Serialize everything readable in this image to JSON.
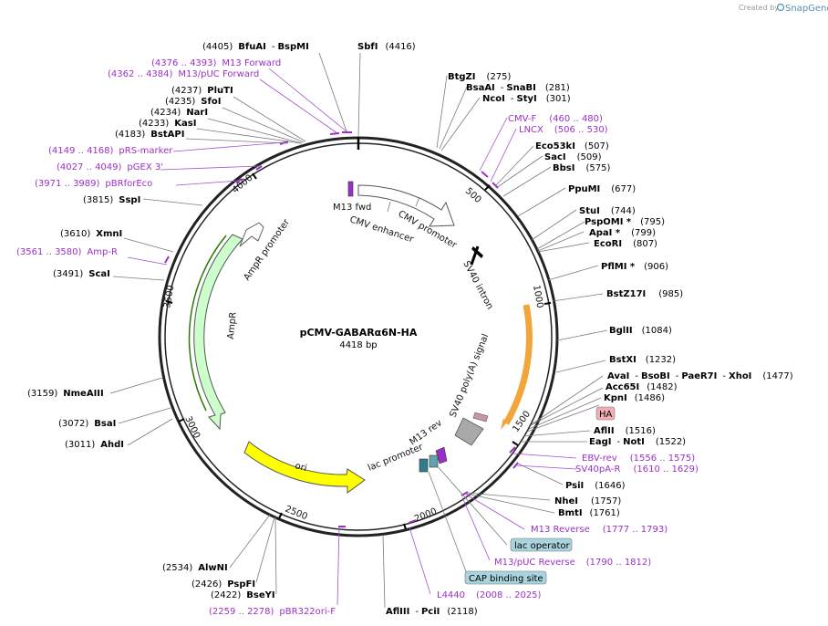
{
  "credit": {
    "prefix": "Created by",
    "brand": "SnapGene"
  },
  "plasmid": {
    "name": "pCMV-GABARα6N-HA",
    "size": "4418 bp"
  },
  "ticks": [
    "500",
    "1000",
    "1500",
    "2000",
    "2500",
    "3000",
    "3500",
    "4000"
  ],
  "features": [
    {
      "label": "M13 fwd",
      "color": "#9b30c8"
    },
    {
      "label": "CMV enhancer",
      "color": "#ffffff"
    },
    {
      "label": "CMV promoter",
      "color": "#ffffff"
    },
    {
      "label": "SV40 intron",
      "color": "#000000"
    },
    {
      "label": "HA",
      "color": "#f3aeb5"
    },
    {
      "label": "SV40 poly(A) signal",
      "color": "#a9a9a9"
    },
    {
      "label": "M13 rev",
      "color": "#9b30c8"
    },
    {
      "label": "lac promoter",
      "color": "#2e7d8c"
    },
    {
      "label": "ori",
      "color": "#ffff00"
    },
    {
      "label": "AmpR",
      "color": "#ccffcc"
    },
    {
      "label": "AmpR promoter",
      "color": "#ffffff"
    },
    {
      "label": "",
      "color": "#f2a53a"
    }
  ],
  "labels": [
    {
      "name": "BfuAI",
      "pos": "(4405)",
      "sep": "-",
      "name2": "BspMI",
      "kind": "enzyme"
    },
    {
      "name": "SbfI",
      "pos": "(4416)",
      "kind": "enzyme"
    },
    {
      "name": "M13 Forward",
      "pos": "(4376 .. 4393)",
      "kind": "primer"
    },
    {
      "name": "M13/pUC Forward",
      "pos": "(4362 .. 4384)",
      "kind": "primer"
    },
    {
      "name": "PluTI",
      "pos": "(4237)",
      "kind": "enzyme"
    },
    {
      "name": "SfoI",
      "pos": "(4235)",
      "kind": "enzyme"
    },
    {
      "name": "NarI",
      "pos": "(4234)",
      "kind": "enzyme"
    },
    {
      "name": "KasI",
      "pos": "(4233)",
      "kind": "enzyme"
    },
    {
      "name": "BstAPI",
      "pos": "(4183)",
      "kind": "enzyme"
    },
    {
      "name": "pRS-marker",
      "pos": "(4149 .. 4168)",
      "kind": "primer"
    },
    {
      "name": "pGEX 3'",
      "pos": "(4027 .. 4049)",
      "kind": "primer"
    },
    {
      "name": "pBRforEco",
      "pos": "(3971 .. 3989)",
      "kind": "primer"
    },
    {
      "name": "SspI",
      "pos": "(3815)",
      "kind": "enzyme"
    },
    {
      "name": "XmnI",
      "pos": "(3610)",
      "kind": "enzyme"
    },
    {
      "name": "Amp-R",
      "pos": "(3561 .. 3580)",
      "kind": "primer"
    },
    {
      "name": "ScaI",
      "pos": "(3491)",
      "kind": "enzyme"
    },
    {
      "name": "NmeAIII",
      "pos": "(3159)",
      "kind": "enzyme"
    },
    {
      "name": "BsaI",
      "pos": "(3072)",
      "kind": "enzyme"
    },
    {
      "name": "AhdI",
      "pos": "(3011)",
      "kind": "enzyme"
    },
    {
      "name": "AlwNI",
      "pos": "(2534)",
      "kind": "enzyme"
    },
    {
      "name": "PspFI",
      "pos": "(2426)",
      "kind": "enzyme"
    },
    {
      "name": "BseYI",
      "pos": "(2422)",
      "kind": "enzyme"
    },
    {
      "name": "pBR322ori-F",
      "pos": "(2259 .. 2278)",
      "kind": "primer"
    },
    {
      "name": "AflIII",
      "sep": "-",
      "name2": "PciI",
      "pos": "(2118)",
      "kind": "enzyme"
    },
    {
      "name": "L4440",
      "pos": "(2008 .. 2025)",
      "kind": "primer"
    },
    {
      "name": "CAP binding site",
      "kind": "badge"
    },
    {
      "name": "M13/pUC Reverse",
      "pos": "(1790 .. 1812)",
      "kind": "primer"
    },
    {
      "name": "lac operator",
      "kind": "badge"
    },
    {
      "name": "M13 Reverse",
      "pos": "(1777 .. 1793)",
      "kind": "primer"
    },
    {
      "name": "BmtI",
      "pos": "(1761)",
      "kind": "enzyme"
    },
    {
      "name": "NheI",
      "pos": "(1757)",
      "kind": "enzyme"
    },
    {
      "name": "PsiI",
      "pos": "(1646)",
      "kind": "enzyme"
    },
    {
      "name": "SV40pA-R",
      "pos": "(1610 .. 1629)",
      "kind": "primer"
    },
    {
      "name": "EBV-rev",
      "pos": "(1556 .. 1575)",
      "kind": "primer"
    },
    {
      "name": "EagI",
      "sep": "-",
      "name2": "NotI",
      "pos": "(1522)",
      "kind": "enzyme"
    },
    {
      "name": "AflII",
      "pos": "(1516)",
      "kind": "enzyme"
    },
    {
      "name": "HA",
      "kind": "badge"
    },
    {
      "name": "KpnI",
      "pos": "(1486)",
      "kind": "enzyme"
    },
    {
      "name": "Acc65I",
      "pos": "(1482)",
      "kind": "enzyme"
    },
    {
      "name": "AvaI",
      "sep": "-",
      "name2": "BsoBI",
      "sep2": "-",
      "name3": "PaeR7I",
      "sep3": "-",
      "name4": "XhoI",
      "pos": "(1477)",
      "kind": "enzyme"
    },
    {
      "name": "BstXI",
      "pos": "(1232)",
      "kind": "enzyme"
    },
    {
      "name": "BglII",
      "pos": "(1084)",
      "kind": "enzyme"
    },
    {
      "name": "BstZ17I",
      "pos": "(985)",
      "kind": "enzyme"
    },
    {
      "name": "PflMI *",
      "pos": "(906)",
      "kind": "enzyme"
    },
    {
      "name": "EcoRI",
      "pos": "(807)",
      "kind": "enzyme"
    },
    {
      "name": "ApaI *",
      "pos": "(799)",
      "kind": "enzyme"
    },
    {
      "name": "PspOMI *",
      "pos": "(795)",
      "kind": "enzyme"
    },
    {
      "name": "StuI",
      "pos": "(744)",
      "kind": "enzyme"
    },
    {
      "name": "PpuMI",
      "pos": "(677)",
      "kind": "enzyme"
    },
    {
      "name": "BbsI",
      "pos": "(575)",
      "kind": "enzyme"
    },
    {
      "name": "SacI",
      "pos": "(509)",
      "kind": "enzyme"
    },
    {
      "name": "Eco53kI",
      "pos": "(507)",
      "kind": "enzyme"
    },
    {
      "name": "LNCX",
      "pos": "(506 .. 530)",
      "kind": "primer"
    },
    {
      "name": "CMV-F",
      "pos": "(460 .. 480)",
      "kind": "primer"
    },
    {
      "name": "NcoI",
      "sep": "-",
      "name2": "StyI",
      "pos": "(301)",
      "kind": "enzyme"
    },
    {
      "name": "BsaAI",
      "sep": "-",
      "name2": "SnaBI",
      "pos": "(281)",
      "kind": "enzyme"
    },
    {
      "name": "BtgZI",
      "pos": "(275)",
      "kind": "enzyme"
    }
  ]
}
